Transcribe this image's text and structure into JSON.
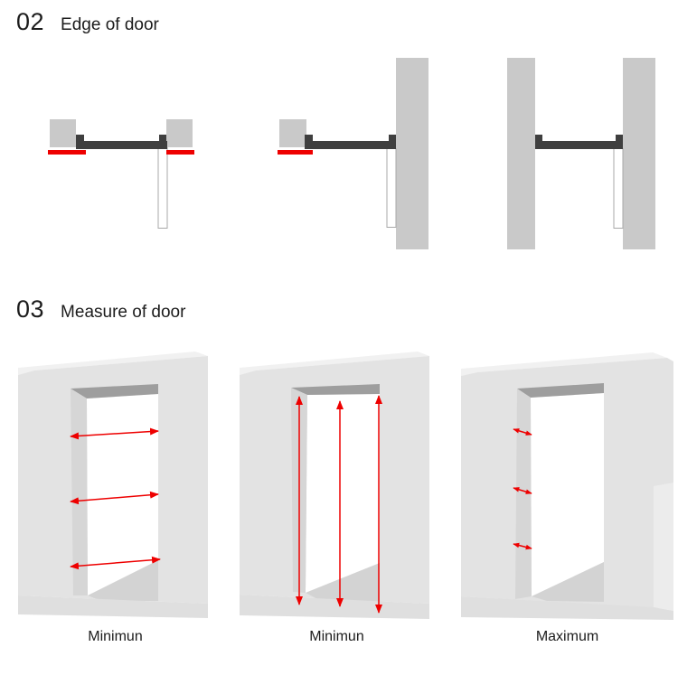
{
  "colors": {
    "accent-red": "#ee0000",
    "track-dark": "#3f3f3f",
    "block-gray": "#c9c9c9",
    "wall-face": "#e3e3e3",
    "wall-top": "#f1f1f1",
    "wall-right": "#ececec",
    "lintel-gray": "#9e9e9e",
    "jamb-gray": "#d6d6d6",
    "floor-gray": "#d3d3d3",
    "floor-strip": "#dfdfdf",
    "door-outline": "#a8a8a8",
    "text-dark": "#1c1c1c"
  },
  "sections": [
    {
      "number": "02",
      "title": "Edge of door"
    },
    {
      "number": "03",
      "title": "Measure of door"
    }
  ],
  "figure_labels": [
    "Minimun",
    "Minimun",
    "Maximum"
  ]
}
